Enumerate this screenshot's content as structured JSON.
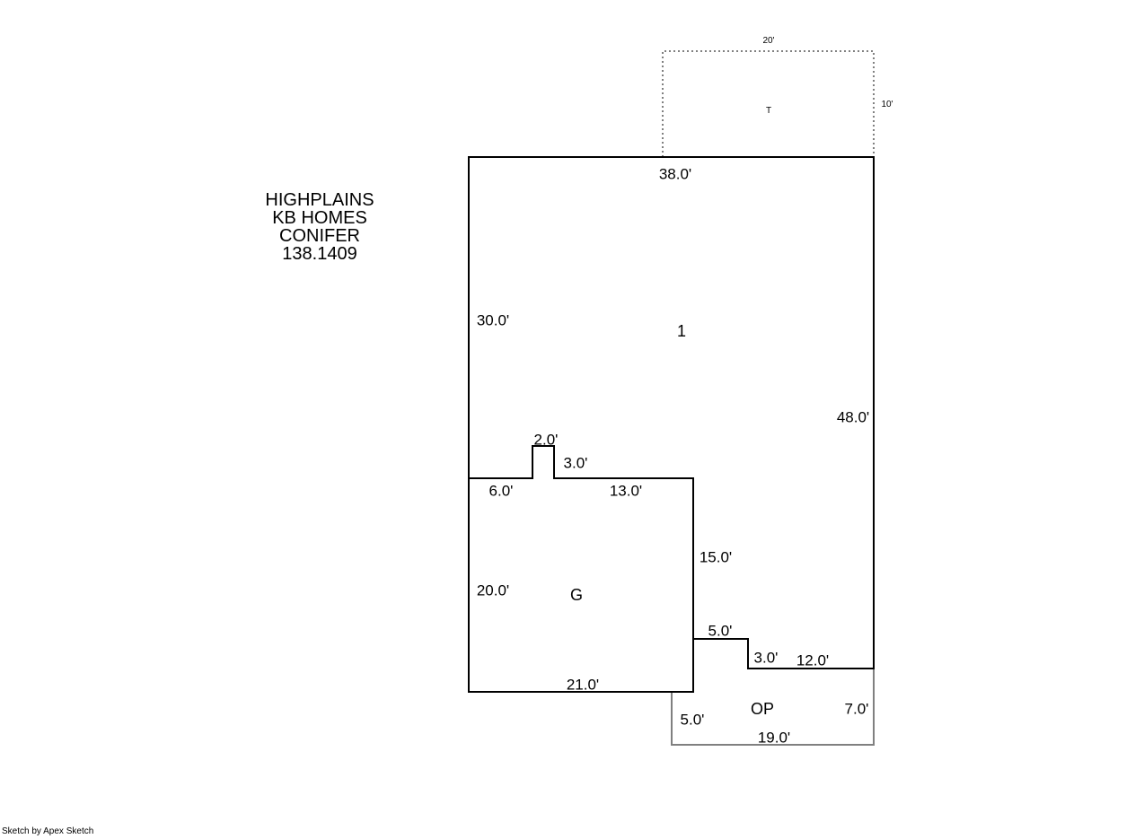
{
  "title_block": {
    "lines": [
      "HIGHPLAINS",
      "KB HOMES",
      "CONIFER",
      "138.1409"
    ]
  },
  "areas": {
    "main": {
      "label": "1",
      "dim_top": "38.0'",
      "dim_left": "30.0'",
      "dim_right": "48.0'",
      "dim_step_out": "5.0'",
      "dim_step_down": "3.0'",
      "dim_bottom_right": "12.0'"
    },
    "garage": {
      "label": "G",
      "dim_top_left": "6.0'",
      "dim_notch_top": "2.0'",
      "dim_notch_side": "3.0'",
      "dim_top_right": "13.0'",
      "dim_right": "15.0'",
      "dim_left": "20.0'",
      "dim_bottom": "21.0'"
    },
    "open_porch": {
      "label": "OP",
      "dim_left": "5.0'",
      "dim_bottom": "19.0'",
      "dim_right": "7.0'"
    },
    "patio": {
      "label": "T",
      "dim_top": "20'",
      "dim_right": "10'"
    }
  },
  "footer": {
    "watermark": "Sketch by Apex Sketch"
  },
  "colors": {
    "outline": "#000000",
    "porch_outline": "#808080"
  }
}
